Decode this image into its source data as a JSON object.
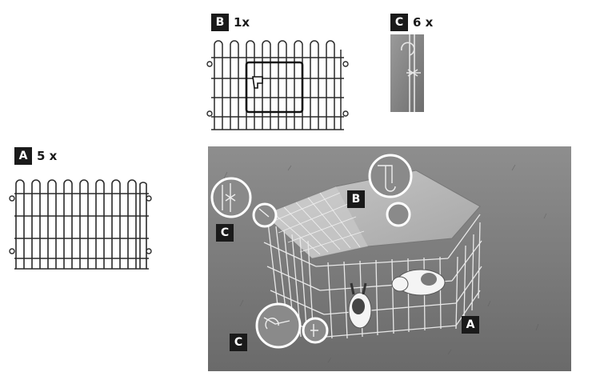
{
  "parts": [
    {
      "letter": "A",
      "quantity": "5 x"
    },
    {
      "letter": "B",
      "quantity": "1x"
    },
    {
      "letter": "C",
      "quantity": "6 x"
    }
  ],
  "photo_callouts": [
    "B",
    "C",
    "C",
    "A"
  ],
  "colors": {
    "badge": "#1a1a1a",
    "wire": "#2a2a2a",
    "grass": "#7c7c7c",
    "cover": "#b5b5b5"
  }
}
